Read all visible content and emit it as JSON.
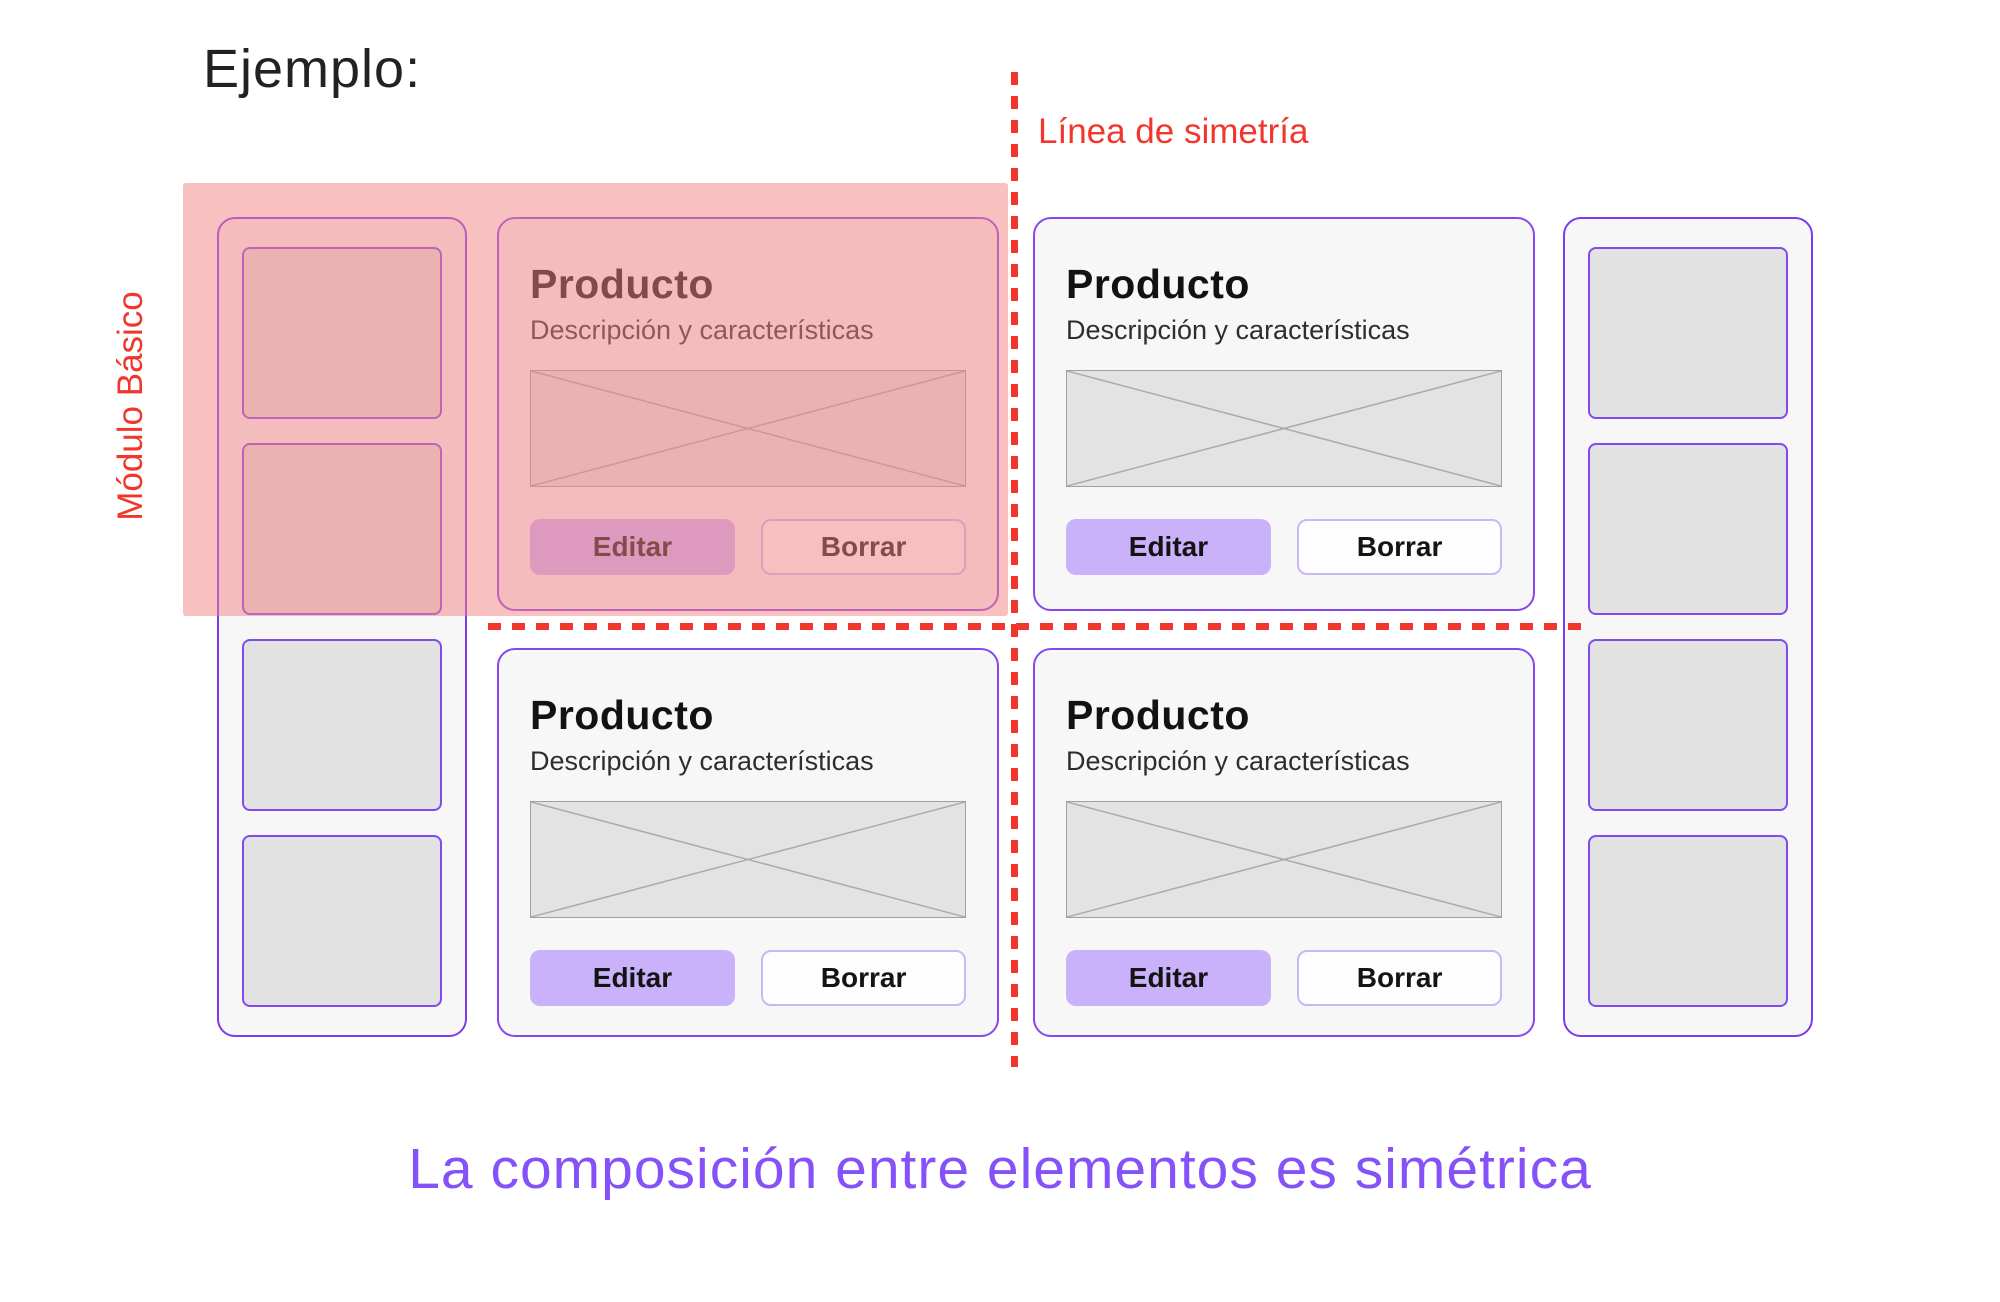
{
  "header": {
    "example_label": "Ejemplo:"
  },
  "annotations": {
    "symmetry_line_label": "Línea de simetría",
    "basic_module_label": "Módulo Básico",
    "caption": "La composición entre elementos es simétrica"
  },
  "cards": [
    {
      "title": "Producto",
      "description": "Descripción y características",
      "edit_label": "Editar",
      "delete_label": "Borrar",
      "highlighted": true
    },
    {
      "title": "Producto",
      "description": "Descripción y características",
      "edit_label": "Editar",
      "delete_label": "Borrar",
      "highlighted": false
    },
    {
      "title": "Producto",
      "description": "Descripción y características",
      "edit_label": "Editar",
      "delete_label": "Borrar",
      "highlighted": false
    },
    {
      "title": "Producto",
      "description": "Descripción y características",
      "edit_label": "Editar",
      "delete_label": "Borrar",
      "highlighted": false
    }
  ],
  "sidebars": {
    "left_thumbnail_count": 4,
    "right_thumbnail_count": 4
  },
  "colors": {
    "card_border_purple": "#8b45f0",
    "thumbnail_border_purple": "#8448f0",
    "edit_button_purple": "#c9b2fa",
    "delete_button_border": "#cbb6f7",
    "symmetry_line_red": "#f1372d",
    "module_overlay_pink": "rgba(243,129,129,0.5)",
    "caption_purple": "#8552fa",
    "card_background": "#f7f7f8",
    "placeholder_gray": "#e3e3e4"
  }
}
